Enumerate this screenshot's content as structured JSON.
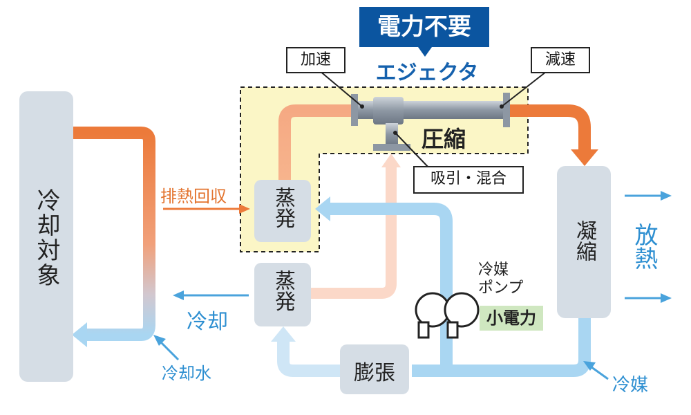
{
  "title": {
    "no_power": "電力不要",
    "ejector": "エジェクタ"
  },
  "callouts": {
    "accelerate": "加速",
    "decelerate": "減速",
    "suction_mix": "吸引・混合"
  },
  "zones": {
    "compress": "圧縮"
  },
  "blocks": {
    "cooling_target": "冷却対象",
    "evaporator_top": "蒸発",
    "evaporator_bottom": "蒸発",
    "condenser": "凝縮",
    "expansion": "膨張"
  },
  "flows": {
    "heat_recovery": "排熱回収",
    "cooling": "冷却",
    "cooling_water": "冷却水",
    "refrigerant": "冷媒",
    "heat_release": "放熱"
  },
  "pump": {
    "label_line1": "冷媒",
    "label_line2": "ポンプ",
    "badge": "小電力"
  },
  "colors": {
    "hot": "#ec7a3a",
    "hot_light": "#f7b48d",
    "cold": "#a9d6f2",
    "cold_text": "#2e8fd1",
    "block": "#d5dde5",
    "compress_zone": "#fbf6c6",
    "title_bg": "#0b55a0",
    "ejector_text": "#1561ad",
    "badge_bg": "#cfe7c0"
  }
}
